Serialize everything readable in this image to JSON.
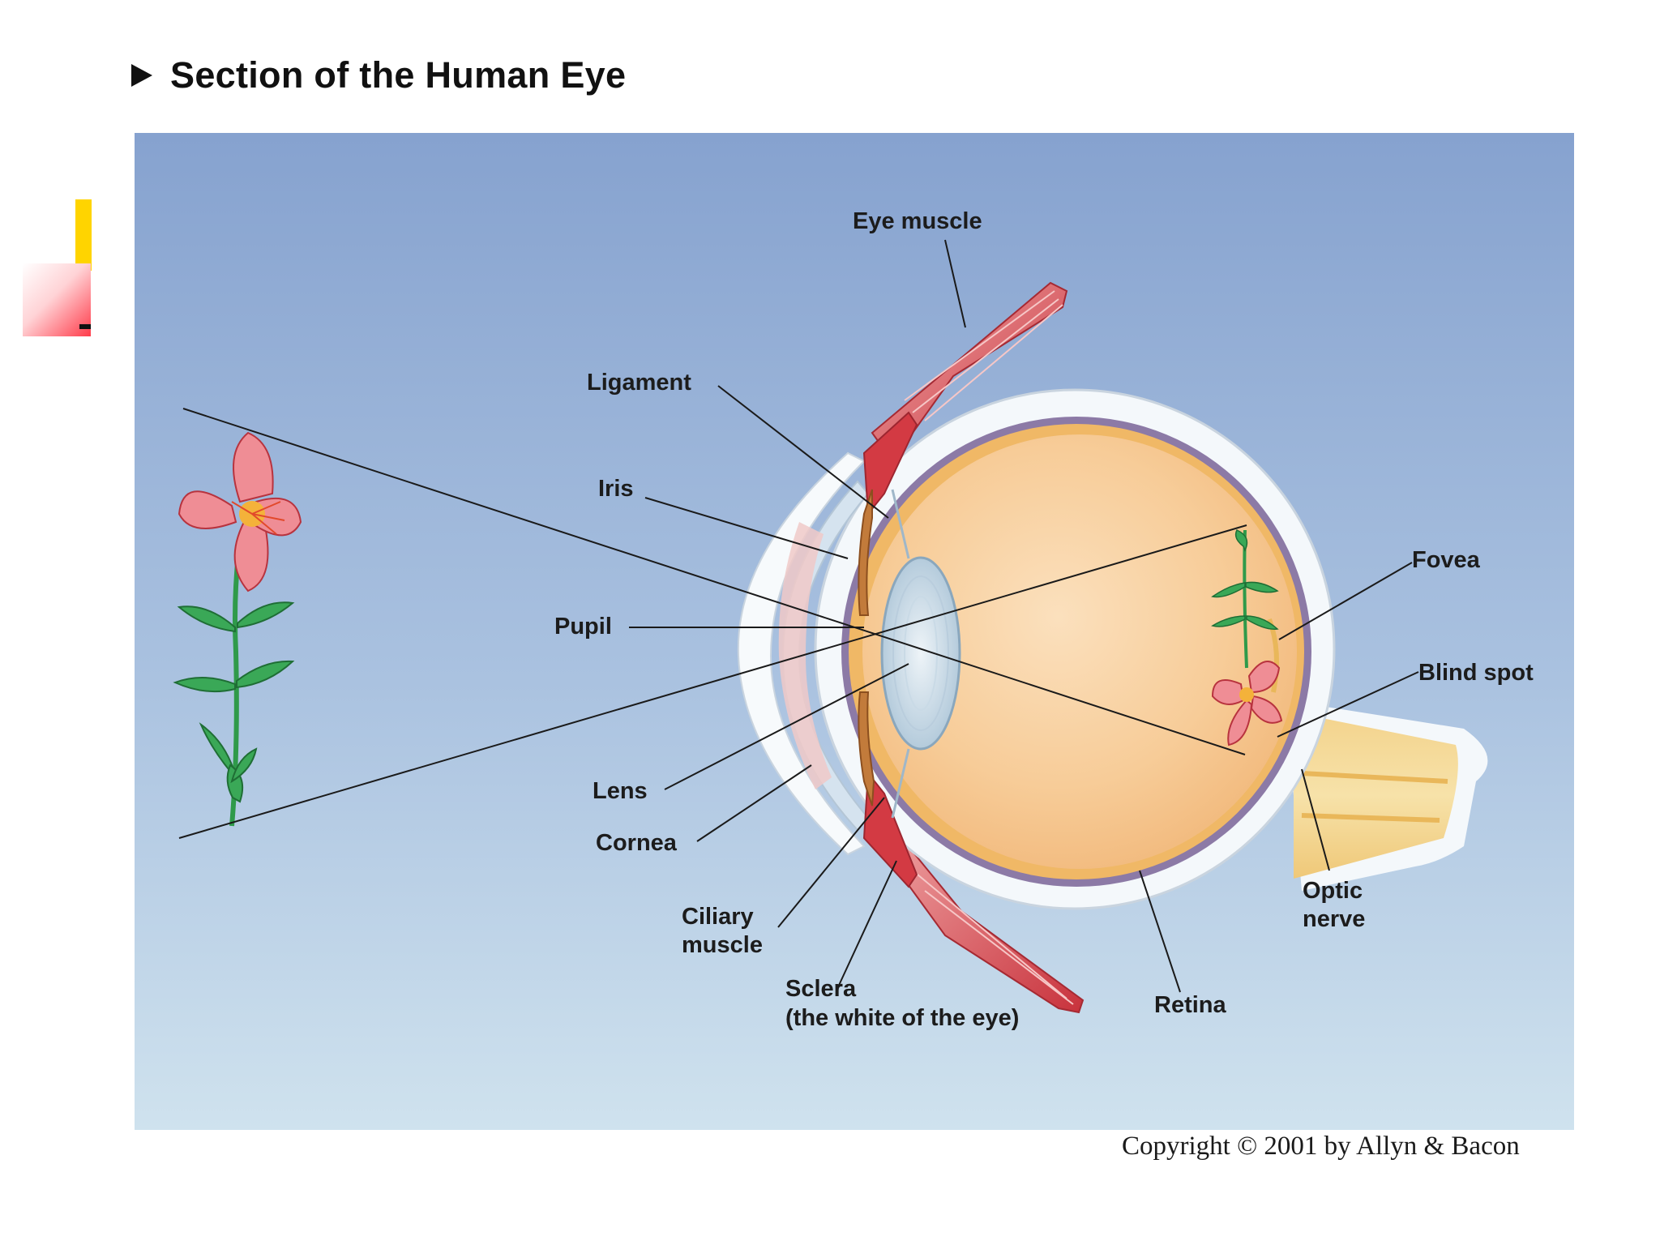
{
  "title": "Section of the Human Eye",
  "labels": {
    "eye_muscle": "Eye muscle",
    "ligament": "Ligament",
    "iris": "Iris",
    "pupil": "Pupil",
    "lens": "Lens",
    "cornea": "Cornea",
    "ciliary_line1": "Ciliary",
    "ciliary_line2": "muscle",
    "sclera_line1": "Sclera",
    "sclera_line2": "(the white of the eye)",
    "retina": "Retina",
    "optic_line1": "Optic",
    "optic_line2": "nerve",
    "fovea": "Fovea",
    "blind_spot": "Blind spot"
  },
  "copyright": "Copyright © 2001 by Allyn & Bacon",
  "colors": {
    "background_top": "#86a2cf",
    "background_bottom": "#cfe2ee",
    "sclera": "#f4f8fb",
    "eye_interior": "#f5c48e",
    "choroid": "#8c7aa6",
    "retina": "#f0b866",
    "muscle": "#d9474e",
    "lens": "#c9dbe8",
    "accent_yellow": "#ffd400",
    "accent_red": "#ff3b4a"
  },
  "icons": [
    "triangle-bullet-icon",
    "flower-icon",
    "inverted-flower-icon"
  ]
}
